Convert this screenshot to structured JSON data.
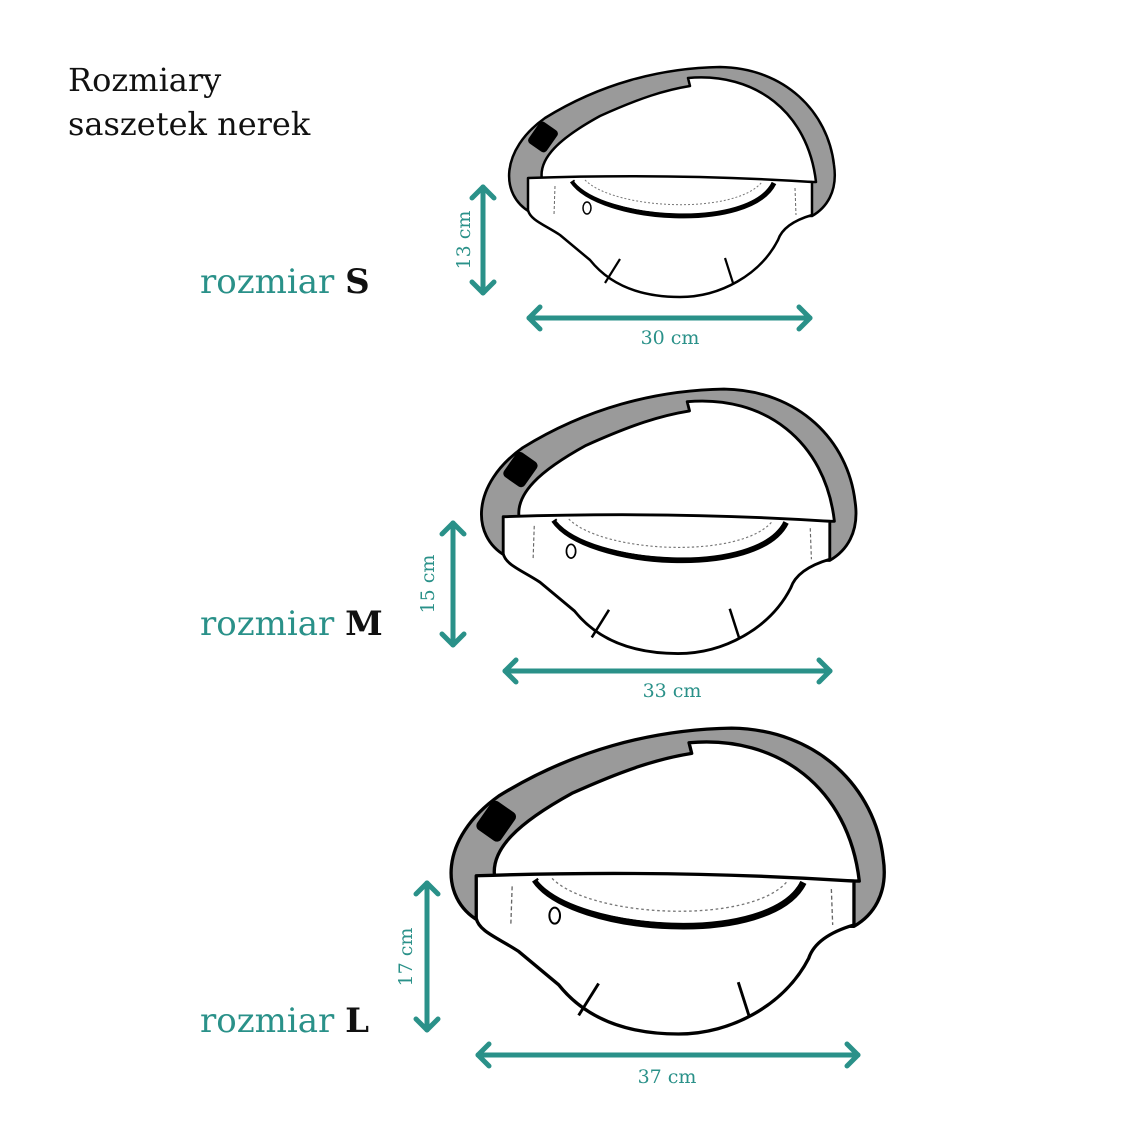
{
  "title": {
    "line1": "Rozmiary",
    "line2": "saszetek nerek"
  },
  "accent_color": "#2a9189",
  "sizes": [
    {
      "prefix": "rozmiar",
      "size": "S",
      "height": "13 cm",
      "width": "30 cm"
    },
    {
      "prefix": "rozmiar",
      "size": "M",
      "height": "15 cm",
      "width": "33 cm"
    },
    {
      "prefix": "rozmiar",
      "size": "L",
      "height": "17 cm",
      "width": "37 cm"
    }
  ]
}
